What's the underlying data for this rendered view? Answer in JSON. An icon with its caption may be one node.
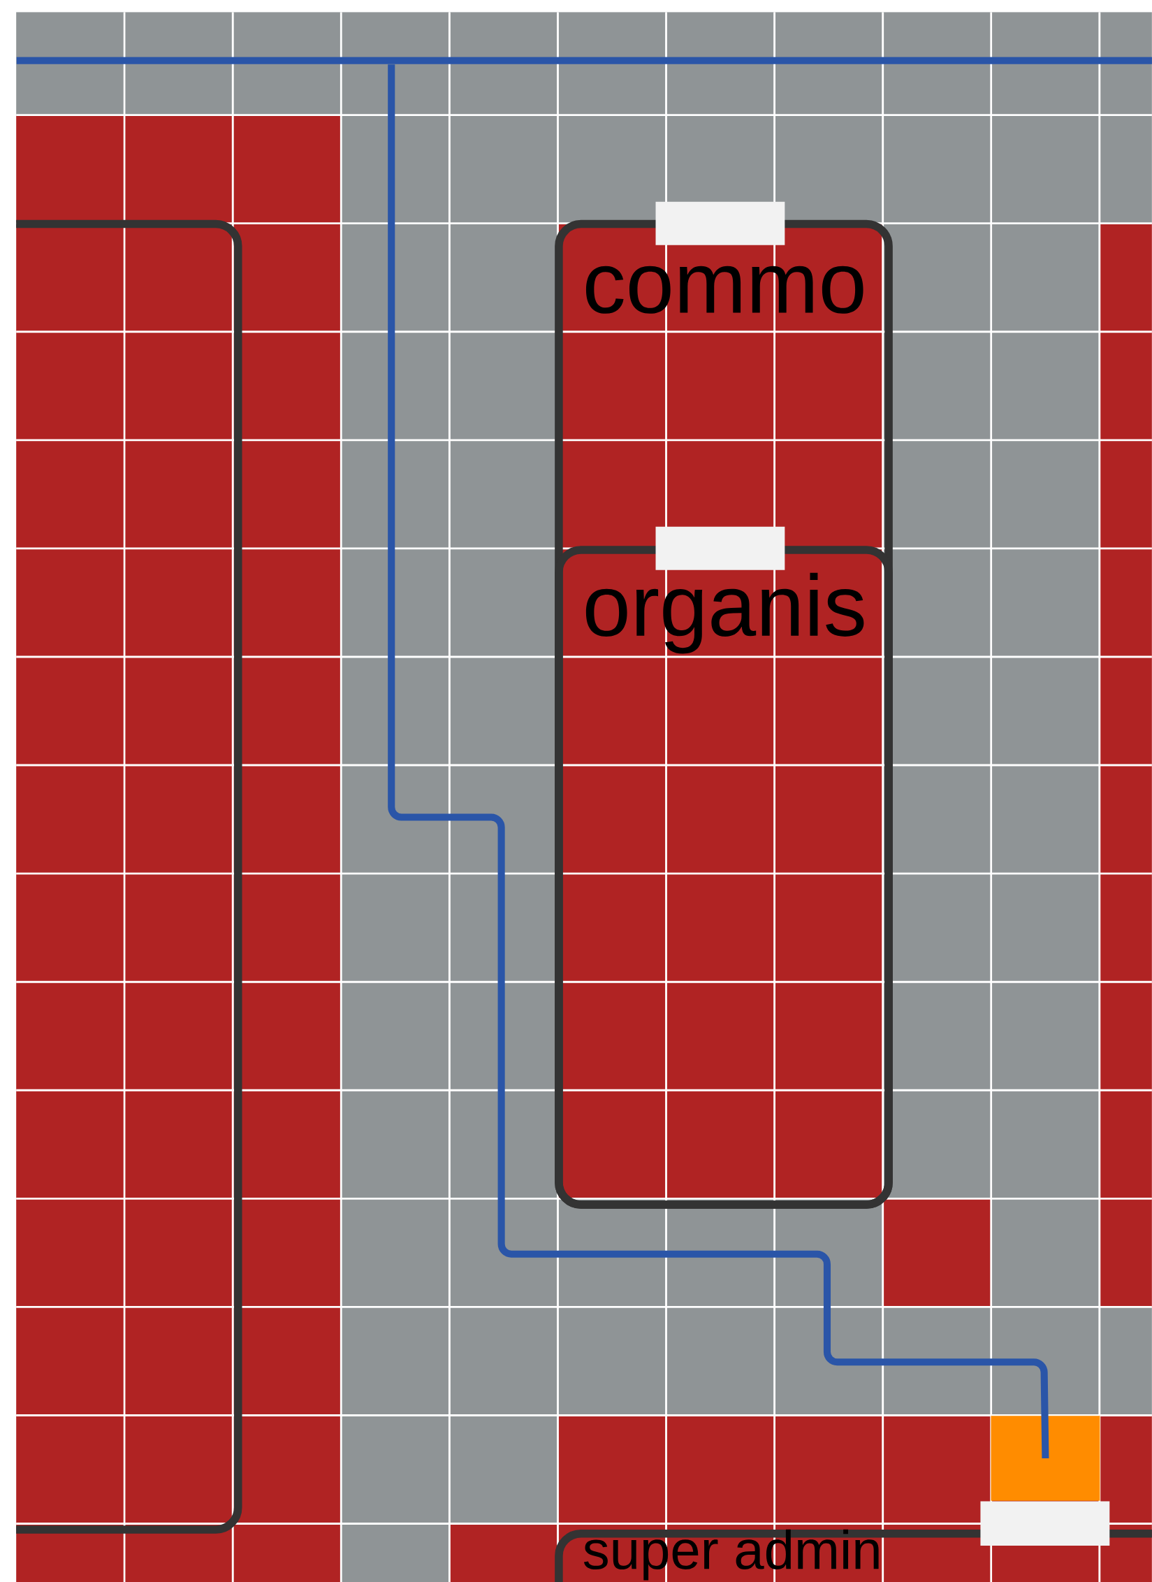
{
  "diagram": {
    "nodes": [
      {
        "text": [],
        "shape": "bar"
      },
      {
        "text": [],
        "shape": "box"
      },
      {
        "text": [
          "commo"
        ]
      },
      {
        "text": [
          "organis"
        ],
        "in": 2
      },
      {
        "text": [],
        "shape": "box"
      },
      {
        "text": [
          "super admin"
        ]
      }
    ],
    "edges": [
      {
        "from": 0,
        "to": 4,
        "arrow": "none"
      }
    ]
  }
}
